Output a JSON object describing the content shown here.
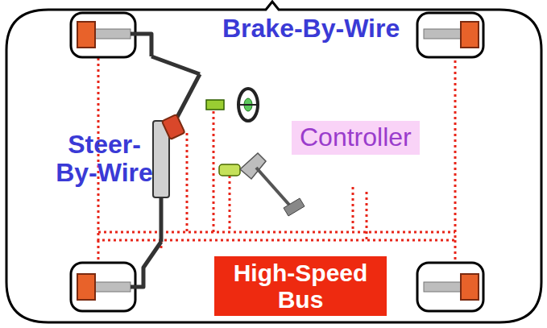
{
  "diagram": {
    "nodes": [
      {
        "text": [
          "Controller"
        ]
      },
      {
        "text": [
          "High-Speed Bus"
        ]
      }
    ],
    "labels": [
      "Brake-By-Wire",
      "Steer-By-Wire"
    ]
  }
}
